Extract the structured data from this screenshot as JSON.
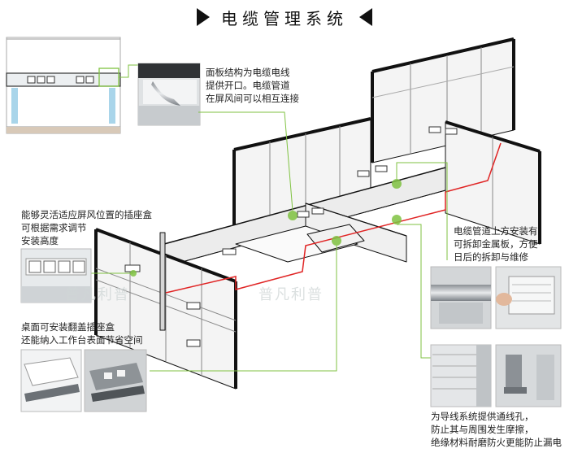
{
  "title": "电缆管理系统",
  "colors": {
    "cable": "#e02424",
    "leader": "#7fc241",
    "frame": "#111111",
    "panel": "#f4f4f4"
  },
  "annotations": {
    "panel_structure": [
      "面板结构为电缆电线",
      "提供开口。电缆管道",
      "在屏风间可以相互连接"
    ],
    "socket_box": [
      "能够灵活适应屏风位置的插座盒",
      "可根据需求调节",
      "安装高度"
    ],
    "desk_flip_box": [
      "桌面可安装翻盖插座盒",
      "还能纳入工作台表面节省空间"
    ],
    "removable_plate": [
      "电缆管道上方安装有",
      "可拆卸金属板，方便",
      "日后的拆卸与维修"
    ],
    "wiring_holes": [
      "为导线系统提供通线孔，",
      "防止其与周围发生摩擦，",
      "绝缘材料耐磨防火更能防止漏电"
    ]
  },
  "watermark": "普凡利普"
}
